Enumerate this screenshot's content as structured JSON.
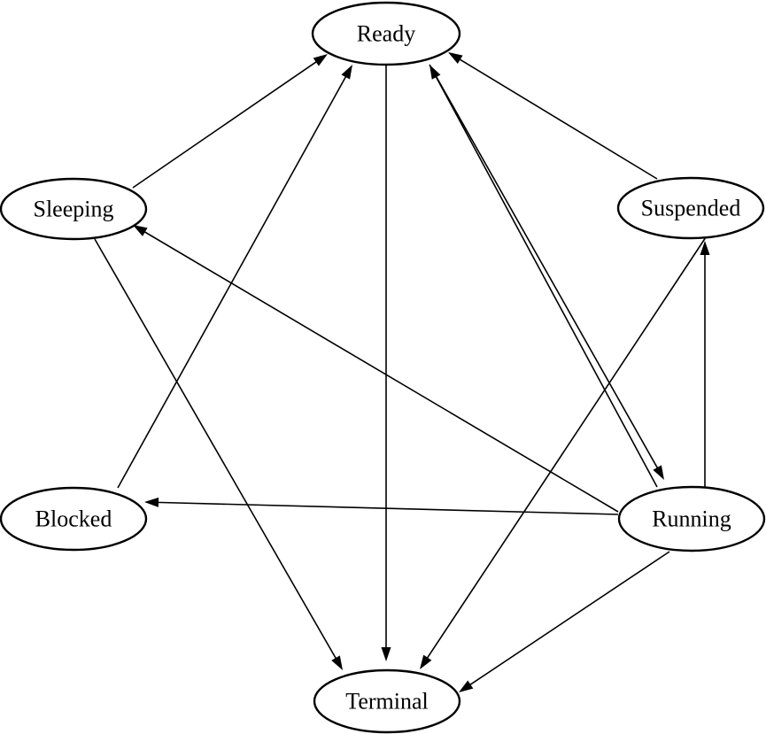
{
  "diagram": {
    "nodes": [
      {
        "id": "ready",
        "label": "Ready"
      },
      {
        "id": "sleeping",
        "label": "Sleeping"
      },
      {
        "id": "suspended",
        "label": "Suspended"
      },
      {
        "id": "blocked",
        "label": "Blocked"
      },
      {
        "id": "running",
        "label": "Running"
      },
      {
        "id": "terminal",
        "label": "Terminal"
      }
    ],
    "edges": [
      {
        "from": "sleeping",
        "to": "ready"
      },
      {
        "from": "blocked",
        "to": "ready"
      },
      {
        "from": "suspended",
        "to": "ready"
      },
      {
        "from": "running",
        "to": "ready"
      },
      {
        "from": "ready",
        "to": "running"
      },
      {
        "from": "ready",
        "to": "terminal"
      },
      {
        "from": "sleeping",
        "to": "terminal"
      },
      {
        "from": "suspended",
        "to": "terminal"
      },
      {
        "from": "running",
        "to": "terminal"
      },
      {
        "from": "running",
        "to": "sleeping"
      },
      {
        "from": "running",
        "to": "blocked"
      },
      {
        "from": "running",
        "to": "suspended"
      }
    ]
  }
}
